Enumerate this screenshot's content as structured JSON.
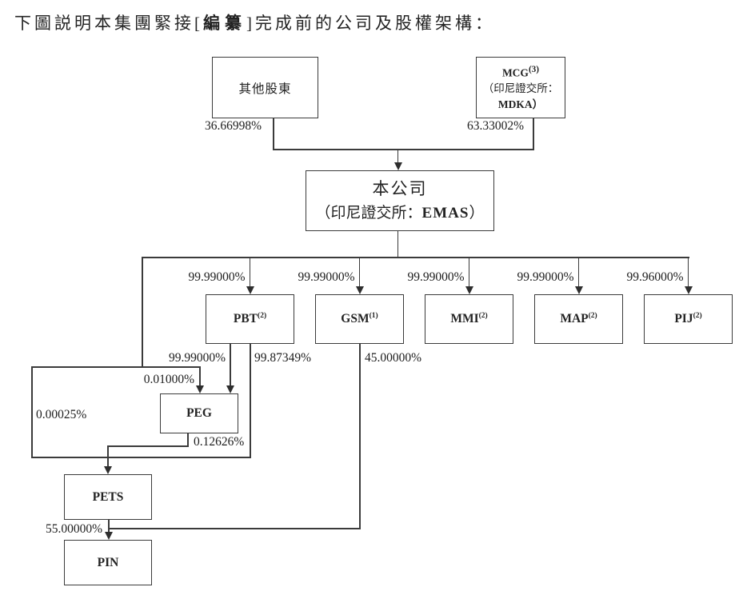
{
  "title": {
    "prefix": "下圖説明本集團緊接[",
    "emphasis": "編纂",
    "suffix": "]完成前的公司及股權架構："
  },
  "boxes": {
    "other_shareholders": {
      "label": "其他股東"
    },
    "mcg": {
      "name": "MCG",
      "sup": "(3)",
      "listing_line1": "（印尼證交所：",
      "listing_line2": "MDKA）"
    },
    "company": {
      "name": "本公司",
      "listing_prefix": "（印尼證交所：",
      "ticker": "EMAS",
      "listing_suffix": "）"
    },
    "pbt": {
      "name": "PBT",
      "sup": "(2)"
    },
    "gsm": {
      "name": "GSM",
      "sup": "(1)"
    },
    "mmi": {
      "name": "MMI",
      "sup": "(2)"
    },
    "map": {
      "name": "MAP",
      "sup": "(2)"
    },
    "pij": {
      "name": "PIJ",
      "sup": "(2)"
    },
    "peg": {
      "name": "PEG"
    },
    "pets": {
      "name": "PETS"
    },
    "pin": {
      "name": "PIN"
    }
  },
  "ownership": {
    "other_to_company": "36.66998%",
    "mcg_to_company": "63.33002%",
    "company_to_pbt": "99.99000%",
    "company_to_gsm": "99.99000%",
    "company_to_mmi": "99.99000%",
    "company_to_map": "99.99000%",
    "company_to_pij": "99.96000%",
    "pbt_to_peg": "99.99000%",
    "pbt_to_pets": "99.87349%",
    "company_to_peg": "0.01000%",
    "company_to_pets": "0.00025%",
    "peg_to_pets": "0.12626%",
    "gsm_to_pin": "45.00000%",
    "pets_to_pin": "55.00000%"
  },
  "colors": {
    "line": "#3b3b3b",
    "text": "#1a1a1a",
    "background": "#ffffff"
  }
}
